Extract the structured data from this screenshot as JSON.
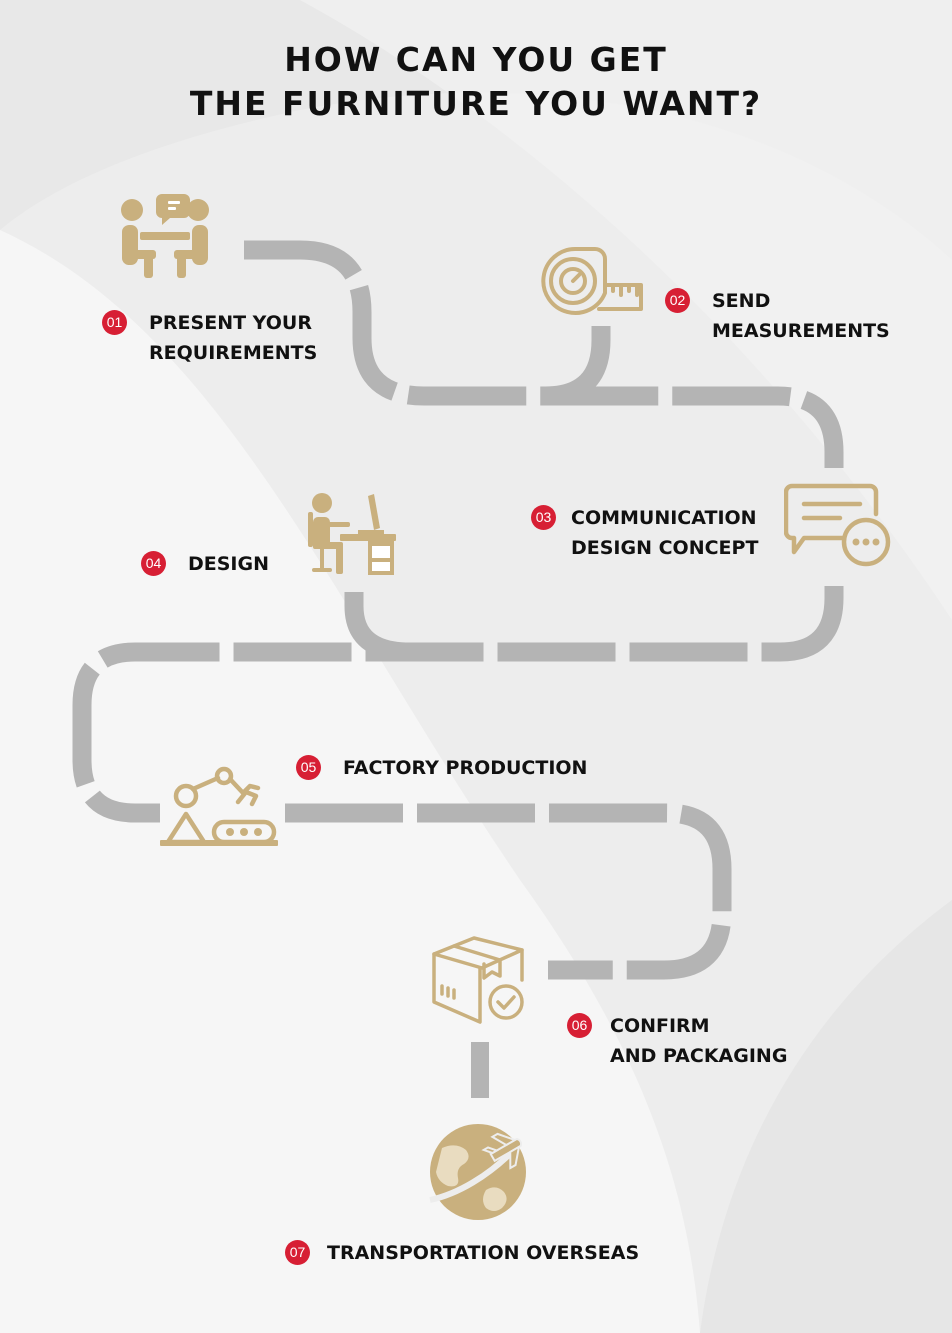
{
  "title": {
    "line1": "HOW CAN YOU GET",
    "line2": "THE FURNITURE YOU WANT?"
  },
  "colors": {
    "accent": "#d71f34",
    "icon": "#c9b07e",
    "road": "#b4b4b4",
    "text": "#111111"
  },
  "steps": [
    {
      "num": "01",
      "line1": "PRESENT YOUR",
      "line2": "REQUIREMENTS",
      "icon": "meeting-icon"
    },
    {
      "num": "02",
      "line1": "SEND",
      "line2": "MEASUREMENTS",
      "icon": "tape-measure-icon"
    },
    {
      "num": "03",
      "line1": "COMMUNICATION",
      "line2": "DESIGN CONCEPT",
      "icon": "chat-bubbles-icon"
    },
    {
      "num": "04",
      "line1": "DESIGN",
      "icon": "designer-desk-icon"
    },
    {
      "num": "05",
      "line1": "FACTORY PRODUCTION",
      "icon": "robot-arm-conveyor-icon"
    },
    {
      "num": "06",
      "line1": "CONFIRM",
      "line2": "AND PACKAGING",
      "icon": "package-check-icon"
    },
    {
      "num": "07",
      "line1": "TRANSPORTATION OVERSEAS",
      "icon": "globe-airplane-icon"
    }
  ]
}
